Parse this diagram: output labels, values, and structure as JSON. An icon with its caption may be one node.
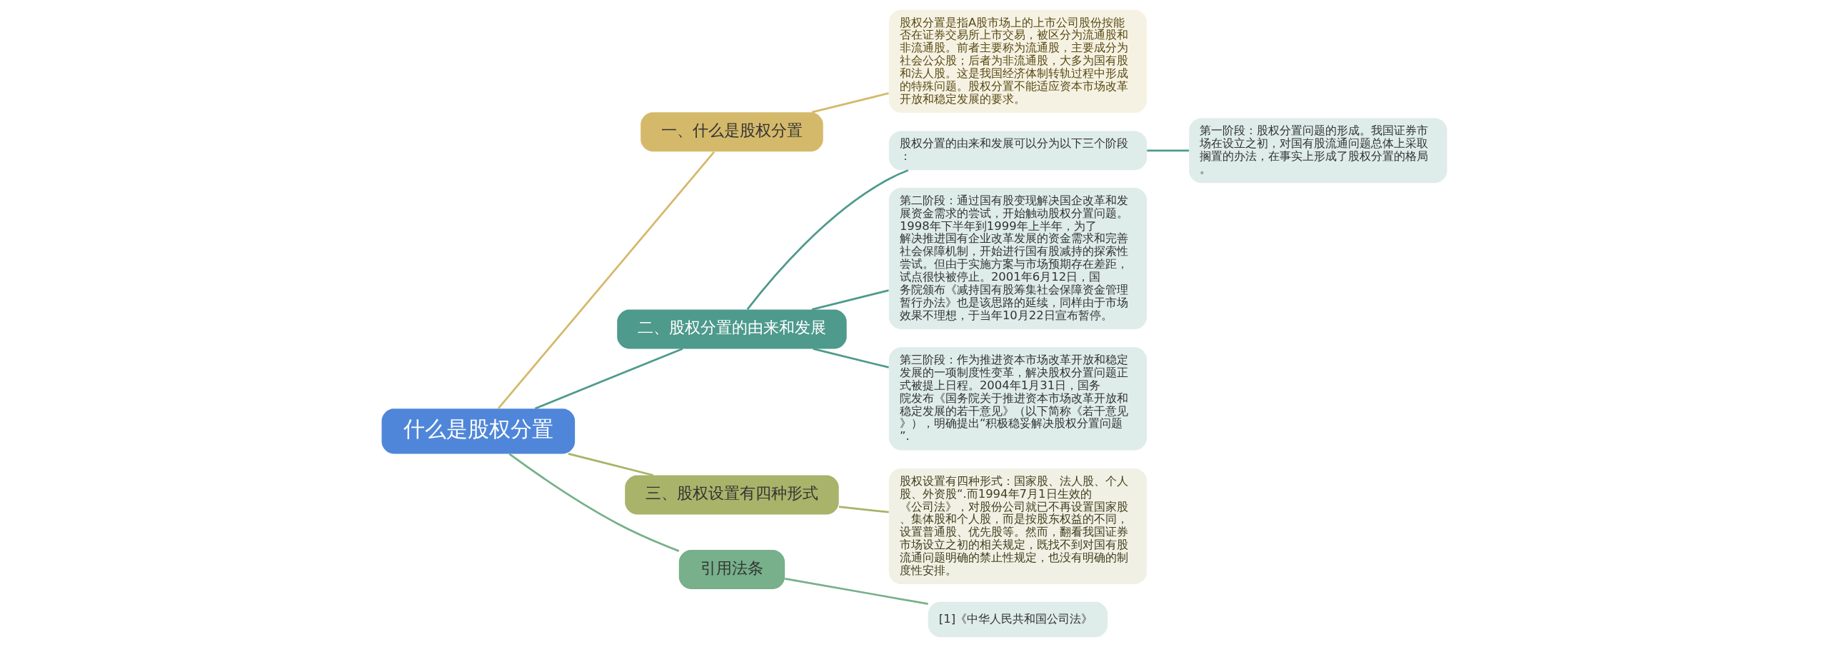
{
  "diagram": {
    "nodes": [
      {
        "text": [
          "什么是股权分置"
        ]
      },
      {
        "text": [
          "一、什么是股权分置"
        ]
      },
      {
        "text": [
          "股权分置是指A股市场上的上市公司股份按能否在证券交易所上市交易，被区分为流通股和非流通股。前者主要称为流通股，主要成分为社会公众股；后者为非流通股，大多为国有股和法人股。这是我国经济体制转轨过程中形成的特殊问题。股权分置不能适应资本市场改革开放和稳定发展的要求。"
        ]
      },
      {
        "text": [
          "二、股权分置的由来和发展"
        ]
      },
      {
        "text": [
          "股权分置的由来和发展可以分为以下三个阶段："
        ]
      },
      {
        "text": [
          "第一阶段：股权分置问题的形成。我国证券市场在设立之初，对国有股流通问题总体上采取搁置的办法，在事实上形成了股权分置的格局。"
        ]
      },
      {
        "text": [
          "第二阶段：通过国有股变现解决国企改革和发展资金需求的尝试，开始触动股权分置问题。1998年下半年到1999年上半年，为了解决推进国有企业改革发展的资金需求和完善社会保障机制，开始进行国有股减持的探索性尝试。但由于实施方案与市场预期存在差距，试点很快被停止。2001年6月12日，国务院颁布《减持国有股筹集社会保障资金管理暂行办法》也是该思路的延续，同样由于市场效果不理想，于当年10月22日宣布暂停。"
        ]
      },
      {
        "text": [
          "第三阶段：作为推进资本市场改革开放和稳定发展的一项制度性变革，解决股权分置问题正式被提上日程。2004年1月31日，国务院发布《国务院关于推进资本市场改革开放和稳定发展的若干意见》（以下简称《若干意见》），明确提出“积极稳妥解决股权分置问题”."
        ]
      },
      {
        "text": [
          "三、股权设置有四种形式"
        ]
      },
      {
        "text": [
          "股权设置有四种形式：国家股、法人股、个人股、外资股“.而1994年7月1日生效的《公司法》，对股份公司就已不再设置国家股、集体股和个人股，而是按股东权益的不同，设置普通股、优先股等。然而，翻看我国证券市场设立之初的相关规定，既找不到对国有股流通问题明确的禁止性规定，也没有明确的制度性安排。"
        ]
      },
      {
        "text": [
          "引用法条"
        ]
      },
      {
        "text": [
          "[1]《中华人民共和国公司法》"
        ]
      }
    ],
    "edges": [
      {
        "from": 0,
        "to": 1,
        "arrow": "none",
        "color": "#d4b96a"
      },
      {
        "from": 1,
        "to": 2,
        "arrow": "none",
        "color": "#d4b96a"
      },
      {
        "from": 0,
        "to": 3,
        "arrow": "none",
        "color": "#4e9a8c"
      },
      {
        "from": 3,
        "to": 4,
        "arrow": "none",
        "color": "#4e9a8c"
      },
      {
        "from": 4,
        "to": 5,
        "arrow": "none",
        "color": "#4e9a8c"
      },
      {
        "from": 3,
        "to": 6,
        "arrow": "none",
        "color": "#4e9a8c"
      },
      {
        "from": 3,
        "to": 7,
        "arrow": "none",
        "color": "#4e9a8c"
      },
      {
        "from": 0,
        "to": 8,
        "arrow": "none",
        "color": "#a9b36a"
      },
      {
        "from": 8,
        "to": 9,
        "arrow": "none",
        "color": "#a9b36a"
      },
      {
        "from": 0,
        "to": 10,
        "arrow": "none",
        "color": "#77b08a"
      },
      {
        "from": 10,
        "to": 11,
        "arrow": "none",
        "color": "#77b08a"
      }
    ]
  }
}
